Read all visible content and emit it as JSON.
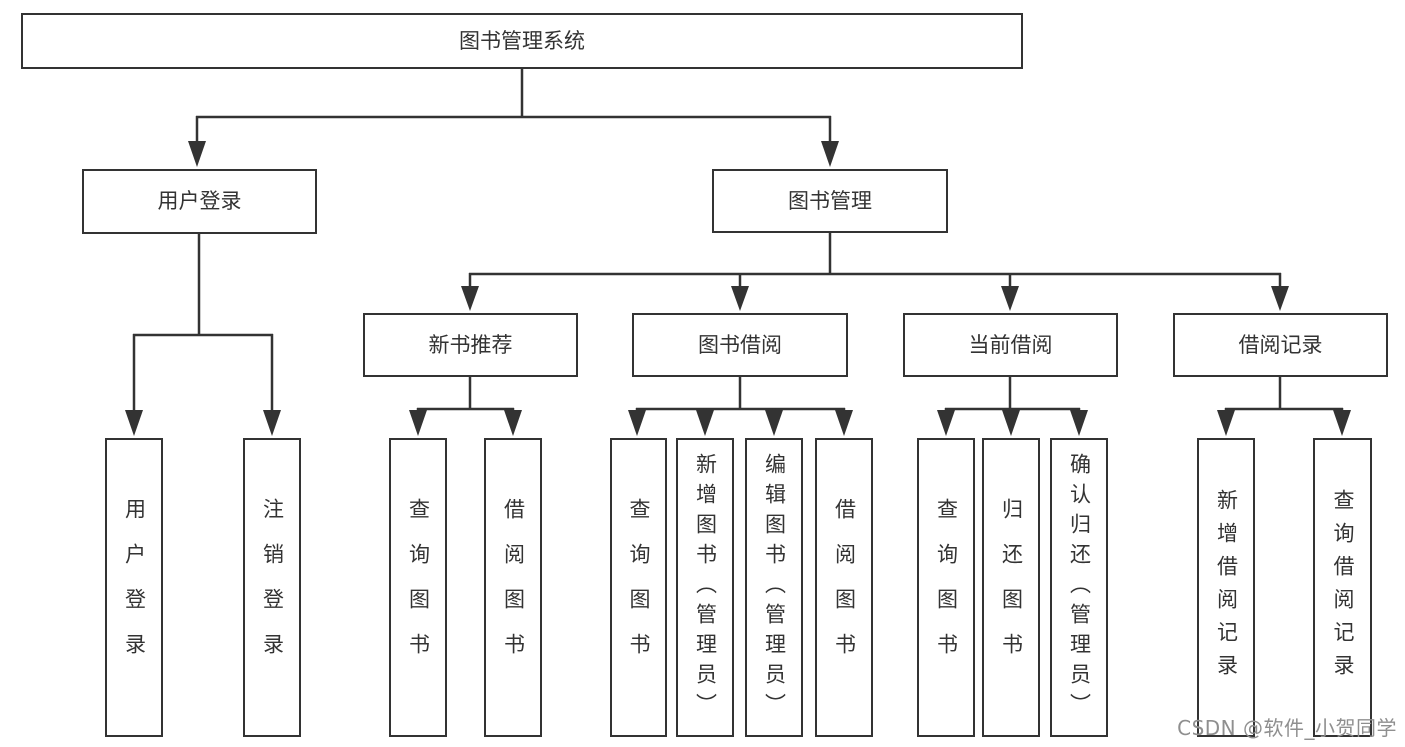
{
  "diagram": {
    "root": {
      "label": "图书管理系统"
    },
    "branches": [
      {
        "label": "用户登录",
        "children": [
          {
            "label": "用户登录"
          },
          {
            "label": "注销登录"
          }
        ]
      },
      {
        "label": "图书管理",
        "children": [
          {
            "label": "新书推荐",
            "children": [
              {
                "label": "查询图书"
              },
              {
                "label": "借阅图书"
              }
            ]
          },
          {
            "label": "图书借阅",
            "children": [
              {
                "label": "查询图书"
              },
              {
                "label": "新增图书（管理员）"
              },
              {
                "label": "编辑图书（管理员）"
              },
              {
                "label": "借阅图书"
              }
            ]
          },
          {
            "label": "当前借阅",
            "children": [
              {
                "label": "查询图书"
              },
              {
                "label": "归还图书"
              },
              {
                "label": "确认归还（管理员）"
              }
            ]
          },
          {
            "label": "借阅记录",
            "children": [
              {
                "label": "新增借阅记录"
              },
              {
                "label": "查询借阅记录"
              }
            ]
          }
        ]
      }
    ],
    "line_color": "#333333",
    "box_border_color": "#333333",
    "box_fill": "#ffffff",
    "text_color": "#333333"
  },
  "watermark": {
    "text": "CSDN @软件_小贺同学",
    "color": "#8f8f8f"
  }
}
